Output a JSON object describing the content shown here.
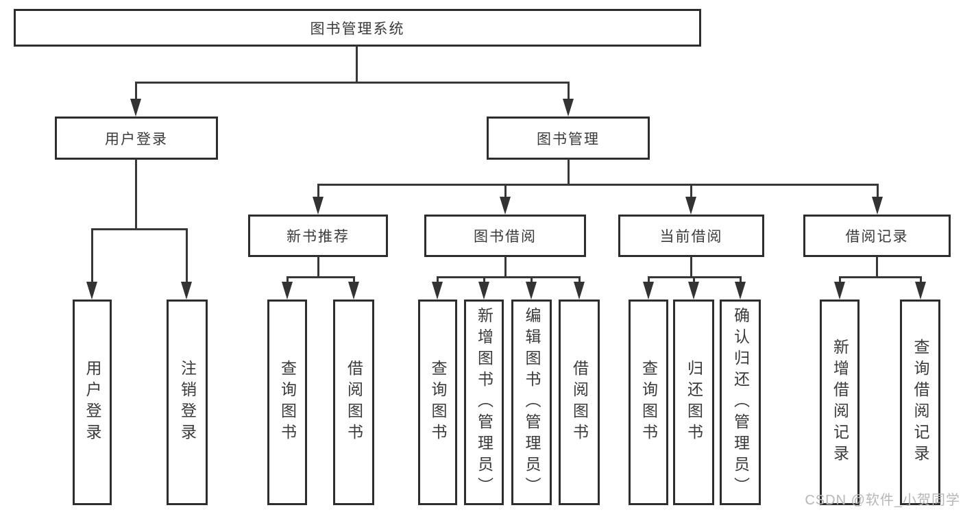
{
  "tree": {
    "label": "图书管理系统",
    "children": [
      {
        "label": "用户登录",
        "children": [
          {
            "label": "用户登录"
          },
          {
            "label": "注销登录"
          }
        ]
      },
      {
        "label": "图书管理",
        "children": [
          {
            "label": "新书推荐",
            "children": [
              {
                "label": "查询图书"
              },
              {
                "label": "借阅图书"
              }
            ]
          },
          {
            "label": "图书借阅",
            "children": [
              {
                "label": "查询图书"
              },
              {
                "label": "新增图书（管理员）"
              },
              {
                "label": "编辑图书（管理员）"
              },
              {
                "label": "借阅图书"
              }
            ]
          },
          {
            "label": "当前借阅",
            "children": [
              {
                "label": "查询图书"
              },
              {
                "label": "归还图书"
              },
              {
                "label": "确认归还（管理员）"
              }
            ]
          },
          {
            "label": "借阅记录",
            "children": [
              {
                "label": "新增借阅记录"
              },
              {
                "label": "查询借阅记录"
              }
            ]
          }
        ]
      }
    ]
  },
  "watermark": {
    "text": "CSDN @软件_小贺同学"
  },
  "colors": {
    "line": "#383838",
    "border": "#2d2d2d",
    "text": "#3a3a3a",
    "background": "#ffffff",
    "watermark": "#b6b6b6"
  }
}
